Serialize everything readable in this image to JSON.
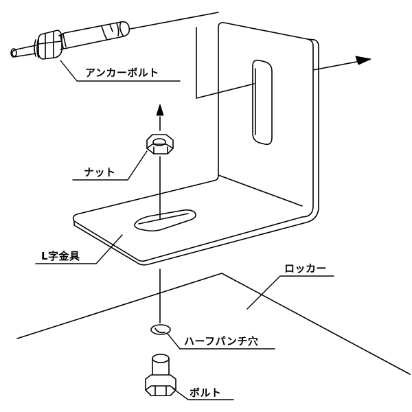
{
  "labels": {
    "anchor_bolt": "アンカーボルト",
    "nut": "ナット",
    "l_bracket": "L字金具",
    "locker": "ロッカー",
    "half_punch_hole": "ハーフパンチ穴",
    "bolt": "ボルト"
  }
}
